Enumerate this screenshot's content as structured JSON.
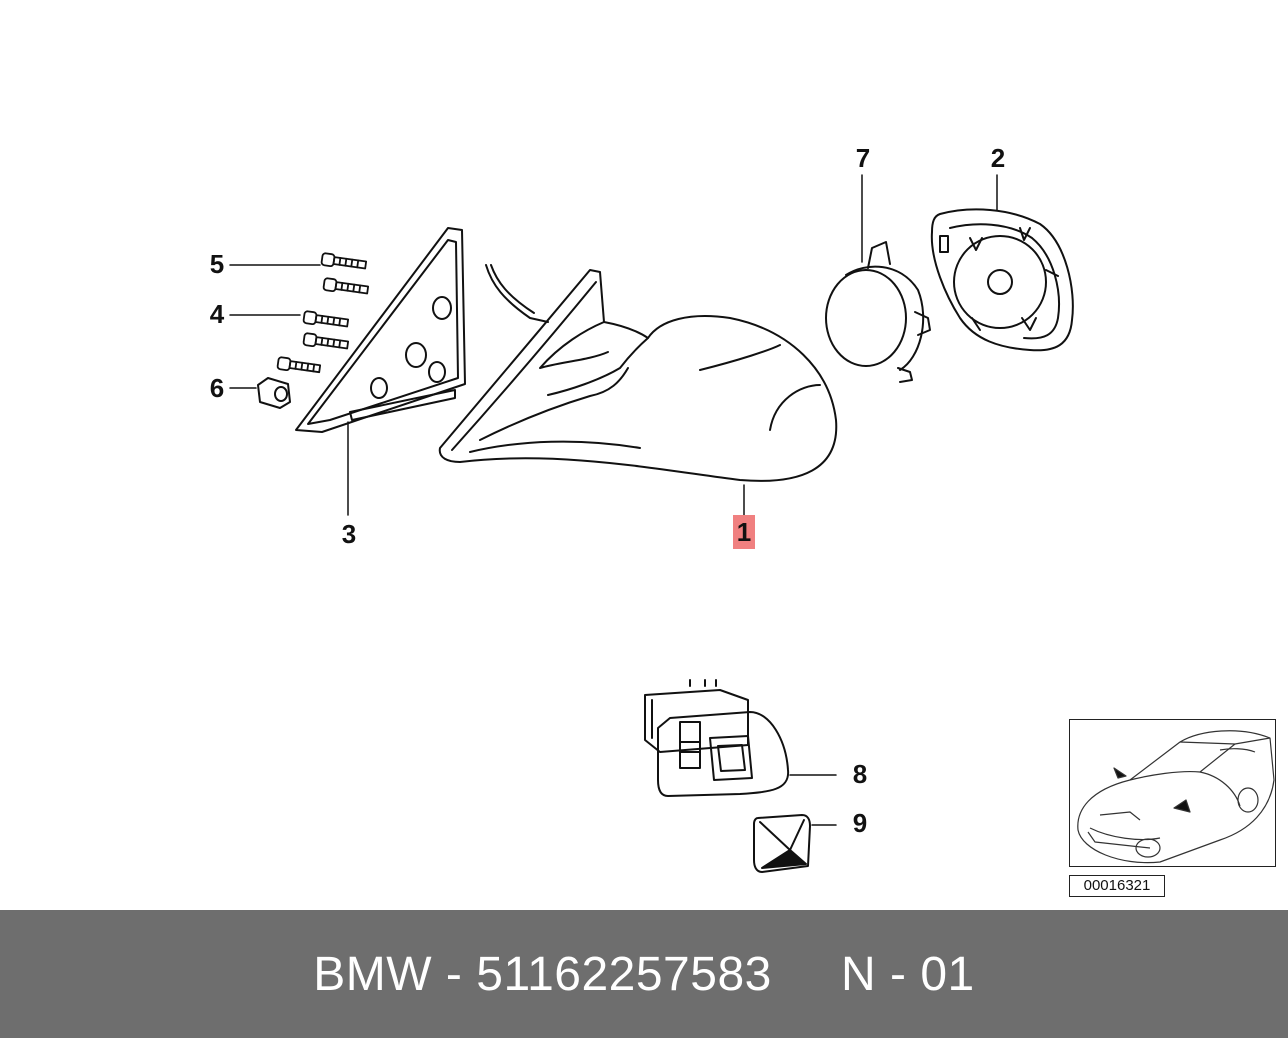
{
  "diagram": {
    "callouts": [
      {
        "id": "1",
        "label": "1",
        "highlighted": true
      },
      {
        "id": "2",
        "label": "2",
        "highlighted": false
      },
      {
        "id": "3",
        "label": "3",
        "highlighted": false
      },
      {
        "id": "4",
        "label": "4",
        "highlighted": false
      },
      {
        "id": "5",
        "label": "5",
        "highlighted": false
      },
      {
        "id": "6",
        "label": "6",
        "highlighted": false
      },
      {
        "id": "7",
        "label": "7",
        "highlighted": false
      },
      {
        "id": "8",
        "label": "8",
        "highlighted": false
      },
      {
        "id": "9",
        "label": "9",
        "highlighted": false
      }
    ],
    "highlight_color": "#f08080",
    "ref_code": "00016321"
  },
  "footer": {
    "text": "BMW - 51162257583     N - 01",
    "background": "#6e6e6e",
    "color": "#ffffff"
  }
}
